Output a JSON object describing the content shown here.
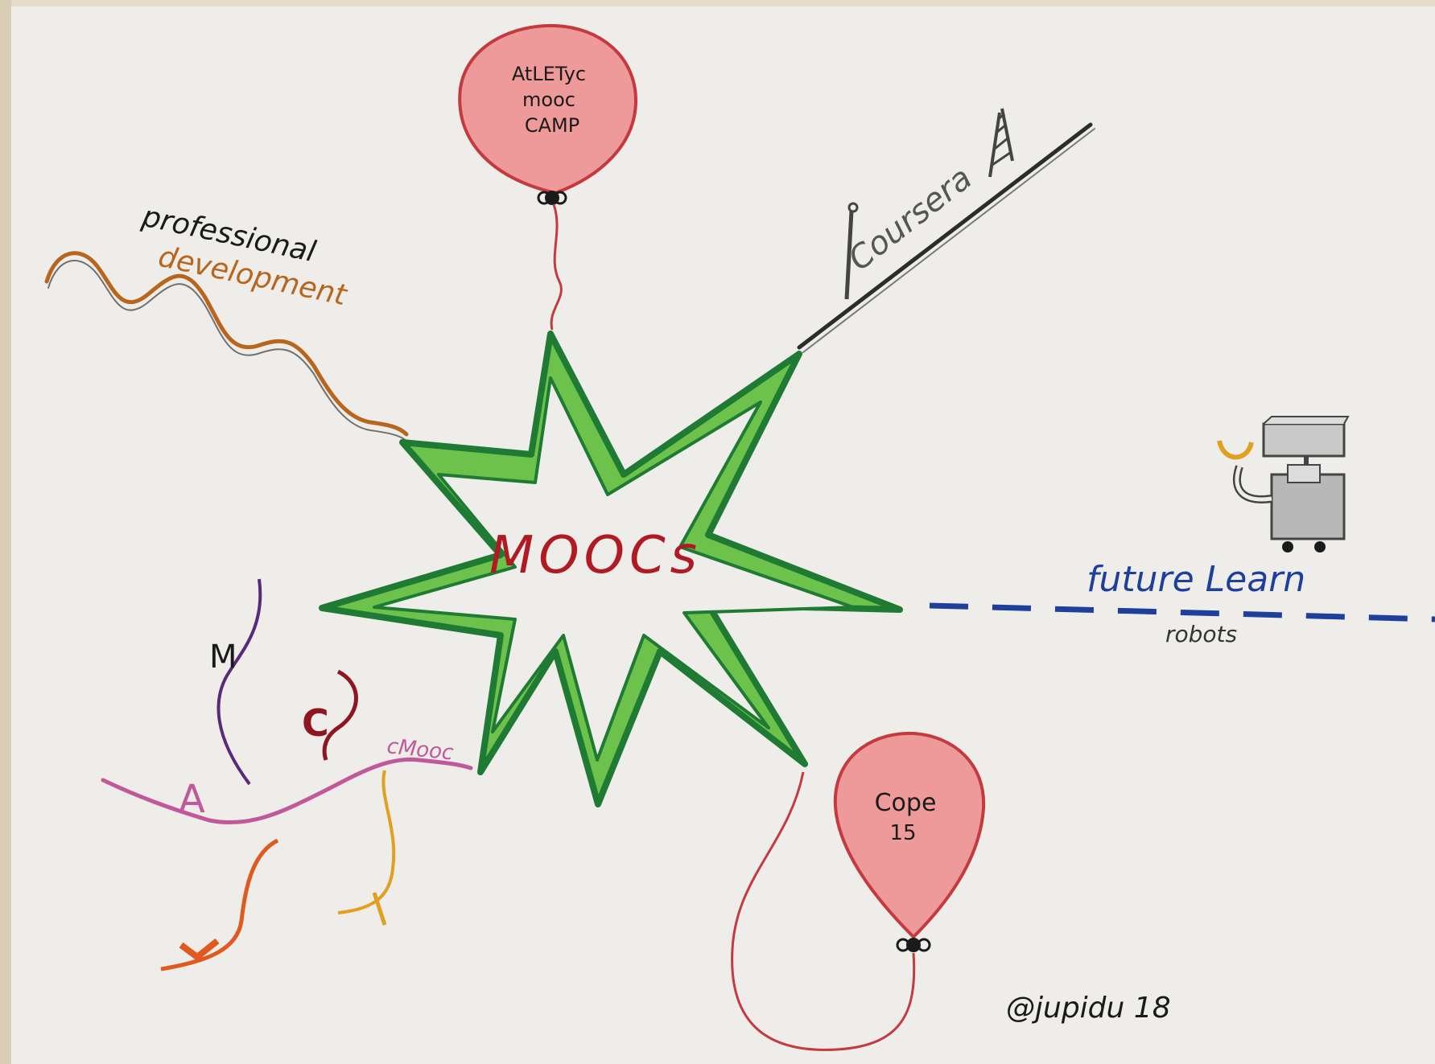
{
  "center": {
    "label": "MOOCs",
    "color": "#b01a22",
    "star_outer": "#1f7a34",
    "star_inner": "#6cc24a"
  },
  "branches": {
    "balloon_top": {
      "lines": [
        "AtLETyc",
        "mooc",
        "CAMP"
      ],
      "color": "#d4474c"
    },
    "coursera": {
      "label": "Coursera",
      "color": "#555555"
    },
    "professional_development": {
      "line1": "professional",
      "line2": "development",
      "line1_color": "#1a1a1a",
      "line2_color": "#b8651e"
    },
    "future_learn": {
      "label": "future  Learn",
      "sub_label": "robots",
      "color": "#1f3f9c"
    },
    "cmooc": {
      "label": "cMooc",
      "color": "#c0589a"
    },
    "balloon_bottom": {
      "lines": [
        "Cope",
        "15"
      ],
      "color": "#d4474c"
    }
  },
  "letters": {
    "m": {
      "text": "M",
      "color": "#5a2a7a"
    },
    "c": {
      "text": "C",
      "color": "#8e1620"
    },
    "a": {
      "text": "A",
      "color": "#c0589a"
    }
  },
  "signature": "@jupidu 18",
  "icons": [
    "balloon-icon",
    "ladder-icon",
    "robot-icon",
    "star-icon"
  ]
}
